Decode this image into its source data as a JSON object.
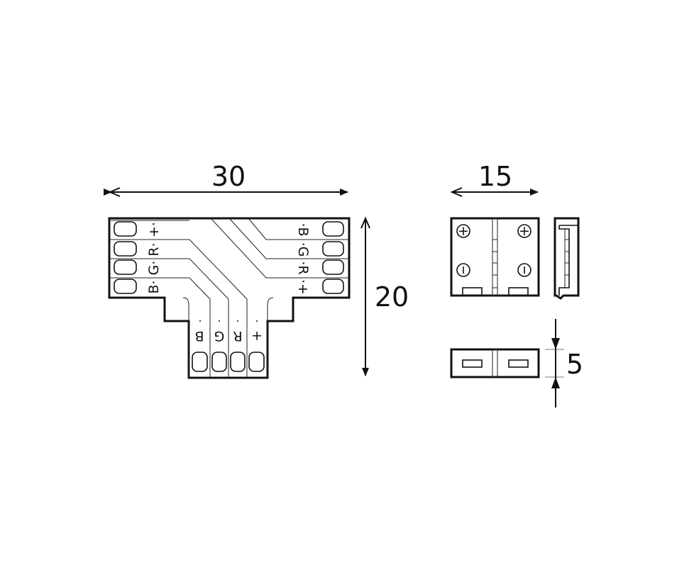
{
  "dimensions": {
    "width": "30",
    "height": "20",
    "clip_width": "15",
    "clip_thickness": "5"
  },
  "t_connector": {
    "left_labels": [
      "+·",
      "R·",
      "G·",
      "B·"
    ],
    "right_labels": [
      "·B",
      "·G",
      "·R",
      "·+"
    ],
    "stem_labels": [
      "B",
      "G",
      "R",
      "+"
    ]
  },
  "clip": {
    "plus_symbol": "+",
    "minus_symbol": "−"
  },
  "colors": {
    "line": "#111111",
    "background": "#ffffff"
  }
}
